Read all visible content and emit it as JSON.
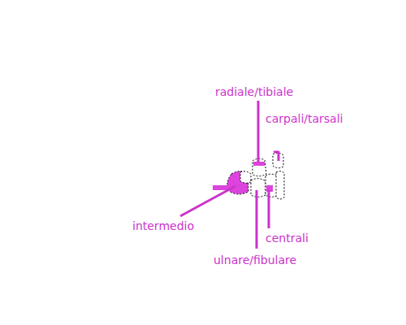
{
  "diagram": {
    "labels": [
      "radiale/tibiale",
      "carpali/tarsali",
      "intermedio",
      "centrali",
      "ulnare/fibulare"
    ]
  }
}
